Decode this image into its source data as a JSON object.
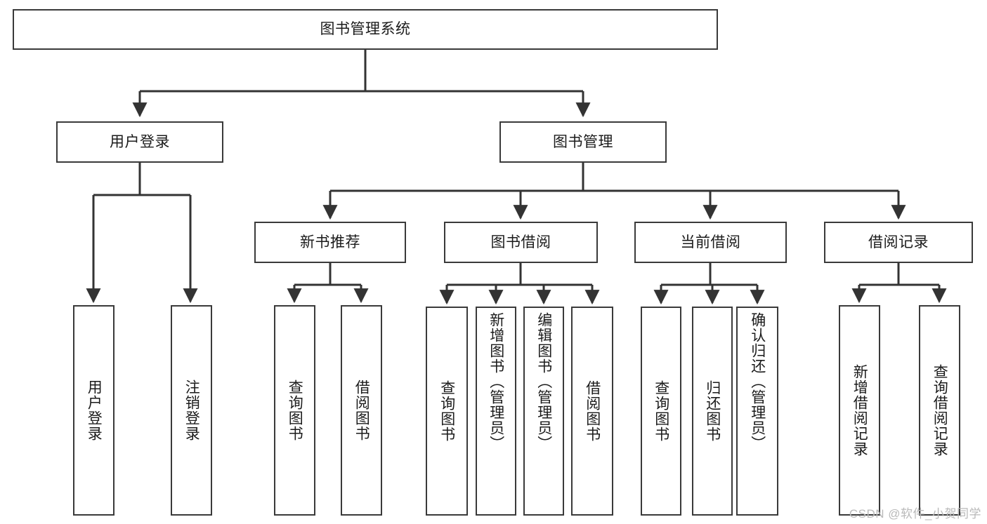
{
  "diagram": {
    "type": "tree",
    "title": "图书管理系统",
    "orientation": "top-down",
    "watermark": "CSDN @软件_小贺同学",
    "colors": {
      "box_border": "#3a3a3a",
      "box_fill": "#ffffff",
      "connector": "#333333",
      "text": "#1b1b1b",
      "watermark": "#b9b9b9"
    },
    "root": {
      "label": "图书管理系统"
    },
    "level2": [
      {
        "label": "用户登录"
      },
      {
        "label": "图书管理"
      }
    ],
    "level3": [
      {
        "label": "新书推荐"
      },
      {
        "label": "图书借阅"
      },
      {
        "label": "当前借阅"
      },
      {
        "label": "借阅记录"
      }
    ],
    "leaves": {
      "user_login": [
        {
          "label": "用户登录"
        },
        {
          "label": "注销登录"
        }
      ],
      "new_book_recommend": [
        {
          "label": "查询图书"
        },
        {
          "label": "借阅图书"
        }
      ],
      "book_borrow": [
        {
          "label": "查询图书"
        },
        {
          "label": "新增图书（管理员）"
        },
        {
          "label": "编辑图书（管理员）"
        },
        {
          "label": "借阅图书"
        }
      ],
      "current_borrow": [
        {
          "label": "查询图书"
        },
        {
          "label": "归还图书"
        },
        {
          "label": "确认归还（管理员）"
        }
      ],
      "borrow_record": [
        {
          "label": "新增借阅记录"
        },
        {
          "label": "查询借阅记录"
        }
      ]
    }
  }
}
